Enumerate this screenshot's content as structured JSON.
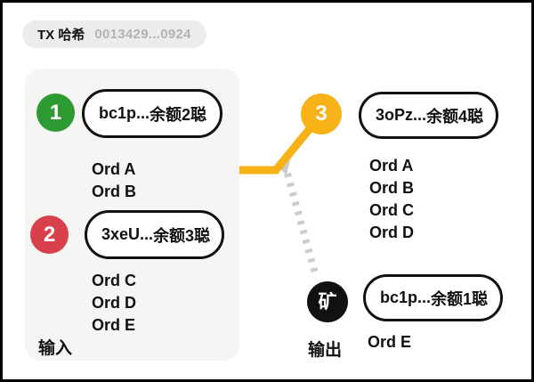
{
  "header": {
    "label": "TX 哈希",
    "value": "0013429...0924"
  },
  "inputs_panel": {
    "label": "输入",
    "items": [
      {
        "index": "1",
        "badge_color": "#2e9b32",
        "address": "bc1p...",
        "balance": "余额2聪",
        "ordinals": [
          "Ord A",
          "Ord B"
        ]
      },
      {
        "index": "2",
        "badge_color": "#d8414b",
        "address": "3xeU...",
        "balance": "余额3聪",
        "ordinals": [
          "Ord C",
          "Ord D",
          "Ord E"
        ]
      }
    ]
  },
  "outputs": {
    "label": "输出",
    "items": [
      {
        "index": "3",
        "badge_color": "#f7b217",
        "address": "3oPz...",
        "balance": "余额4聪",
        "ordinals": [
          "Ord A",
          "Ord B",
          "Ord C",
          "Ord D"
        ]
      },
      {
        "index": "矿",
        "badge_color": "#111111",
        "address": "bc1p...",
        "balance": "余额1聪",
        "ordinals": [
          "Ord E"
        ]
      }
    ]
  },
  "connectors": {
    "solid_color": "#f7b217",
    "dashed_color": "#cccccc"
  }
}
